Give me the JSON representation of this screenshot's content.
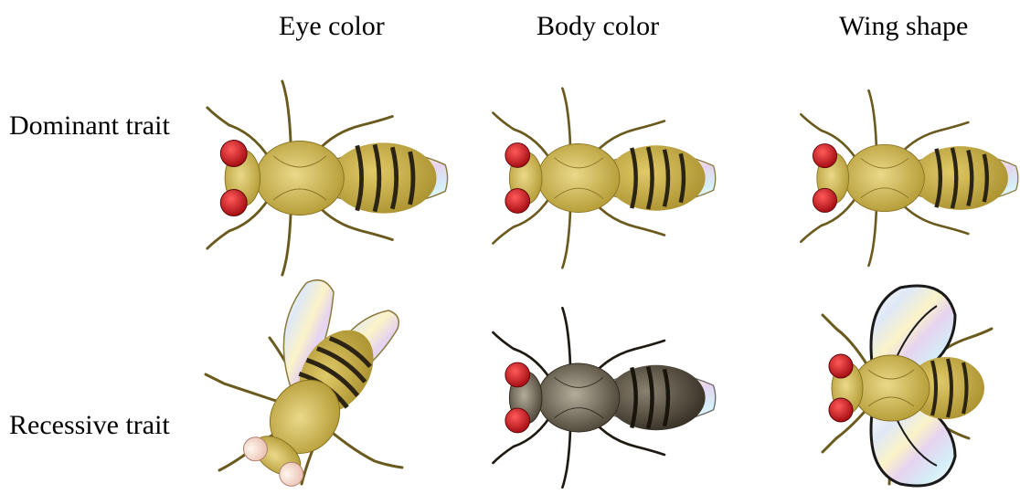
{
  "columns": [
    {
      "label": "Eye color"
    },
    {
      "label": "Body color"
    },
    {
      "label": "Wing shape"
    }
  ],
  "rows": [
    {
      "label": "Dominant trait"
    },
    {
      "label": "Recessive trait"
    }
  ],
  "colors": {
    "body_wild": "#c9b24a",
    "body_dark": "#5a5244",
    "eye_red": "#c0141a",
    "eye_white": "#f2d3c4",
    "stripe": "#2b2413",
    "wing": "#d7e6f5"
  }
}
